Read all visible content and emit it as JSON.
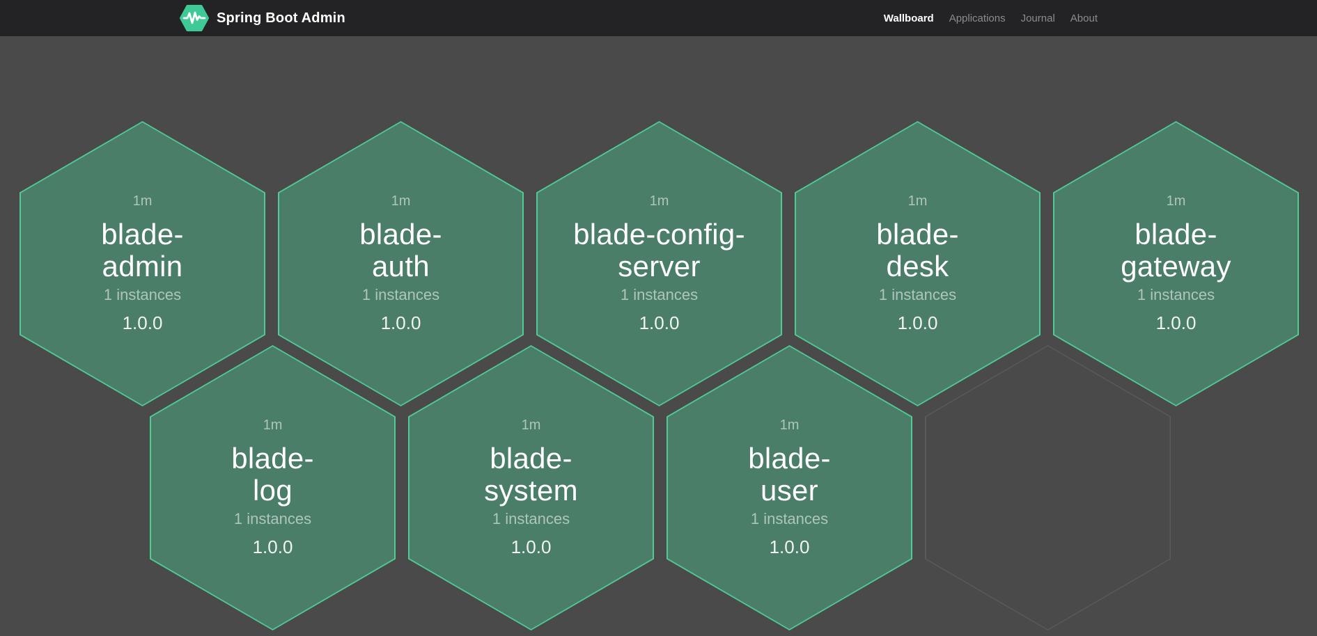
{
  "navbar": {
    "brand": "Spring Boot Admin",
    "items": [
      {
        "label": "Wallboard",
        "active": true
      },
      {
        "label": "Applications",
        "active": false
      },
      {
        "label": "Journal",
        "active": false
      },
      {
        "label": "About",
        "active": false
      }
    ]
  },
  "colors": {
    "page_background": "#4a4a4a",
    "navbar_background": "#232325",
    "hexagon_up_fill": "#4a7e68",
    "hexagon_up_border": "#50cb94",
    "empty_hexagon_border": "#5b5b5b",
    "logo_green": "#3ec997",
    "primary_text": "#ffffff",
    "secondary_text_opacity": "rgba(255,255,255,0.55)"
  },
  "apps": [
    {
      "name": "blade-admin",
      "name_lines": [
        "blade-",
        "admin"
      ],
      "uptime": "1m",
      "instances_label": "1 instances",
      "version": "1.0.0"
    },
    {
      "name": "blade-auth",
      "name_lines": [
        "blade-",
        "auth"
      ],
      "uptime": "1m",
      "instances_label": "1 instances",
      "version": "1.0.0"
    },
    {
      "name": "blade-config-server",
      "name_lines": [
        "blade-config-",
        "server"
      ],
      "uptime": "1m",
      "instances_label": "1 instances",
      "version": "1.0.0"
    },
    {
      "name": "blade-desk",
      "name_lines": [
        "blade-",
        "desk"
      ],
      "uptime": "1m",
      "instances_label": "1 instances",
      "version": "1.0.0"
    },
    {
      "name": "blade-gateway",
      "name_lines": [
        "blade-",
        "gateway"
      ],
      "uptime": "1m",
      "instances_label": "1 instances",
      "version": "1.0.0"
    },
    {
      "name": "blade-log",
      "name_lines": [
        "blade-",
        "log"
      ],
      "uptime": "1m",
      "instances_label": "1 instances",
      "version": "1.0.0"
    },
    {
      "name": "blade-system",
      "name_lines": [
        "blade-",
        "system"
      ],
      "uptime": "1m",
      "instances_label": "1 instances",
      "version": "1.0.0"
    },
    {
      "name": "blade-user",
      "name_lines": [
        "blade-",
        "user"
      ],
      "uptime": "1m",
      "instances_label": "1 instances",
      "version": "1.0.0"
    }
  ],
  "empty_slots": 1
}
